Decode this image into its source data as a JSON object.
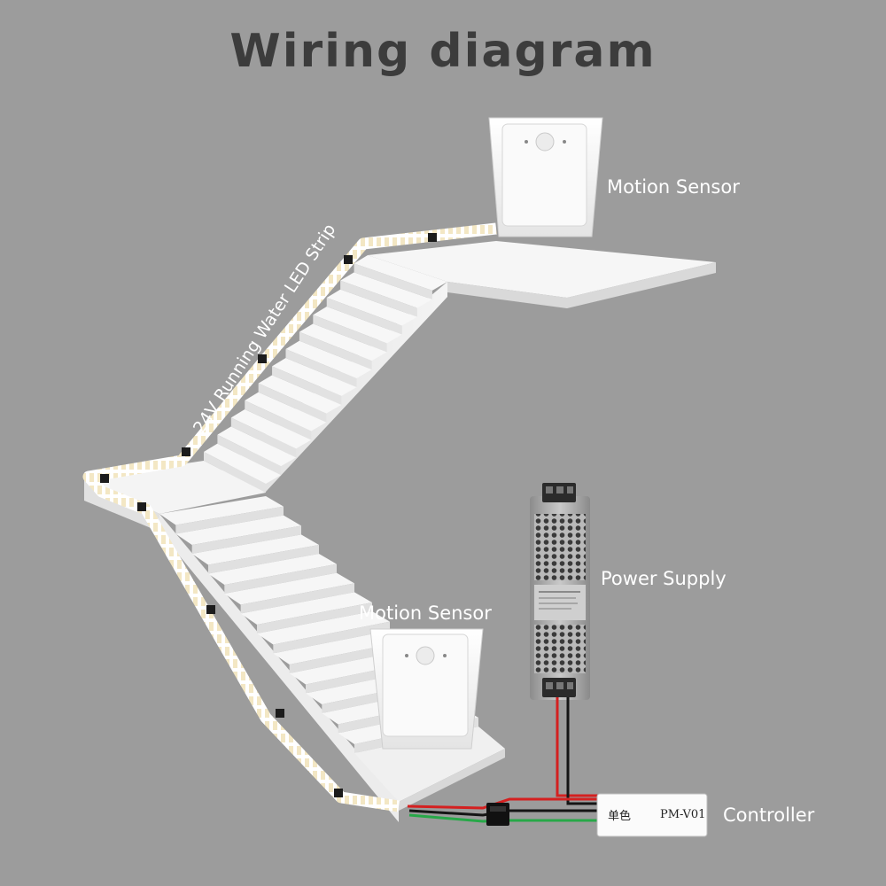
{
  "title": "Wiring diagram",
  "labels": {
    "motion_sensor_top": "Motion Sensor",
    "motion_sensor_bottom": "Motion Sensor",
    "power_supply": "Power Supply",
    "controller": "Controller",
    "led_strip": "24V Running Water LED Strip"
  },
  "controller_device": {
    "left_text": "单色",
    "model": "PM-V01"
  },
  "colors": {
    "background": "#9c9c9c",
    "title": "#3c3c3c",
    "label": "#ffffff",
    "stair": "#f2f2f2",
    "wire_red": "#d42020",
    "wire_black": "#151515",
    "wire_green": "#27a848",
    "led_warm": "#f7eed2"
  }
}
